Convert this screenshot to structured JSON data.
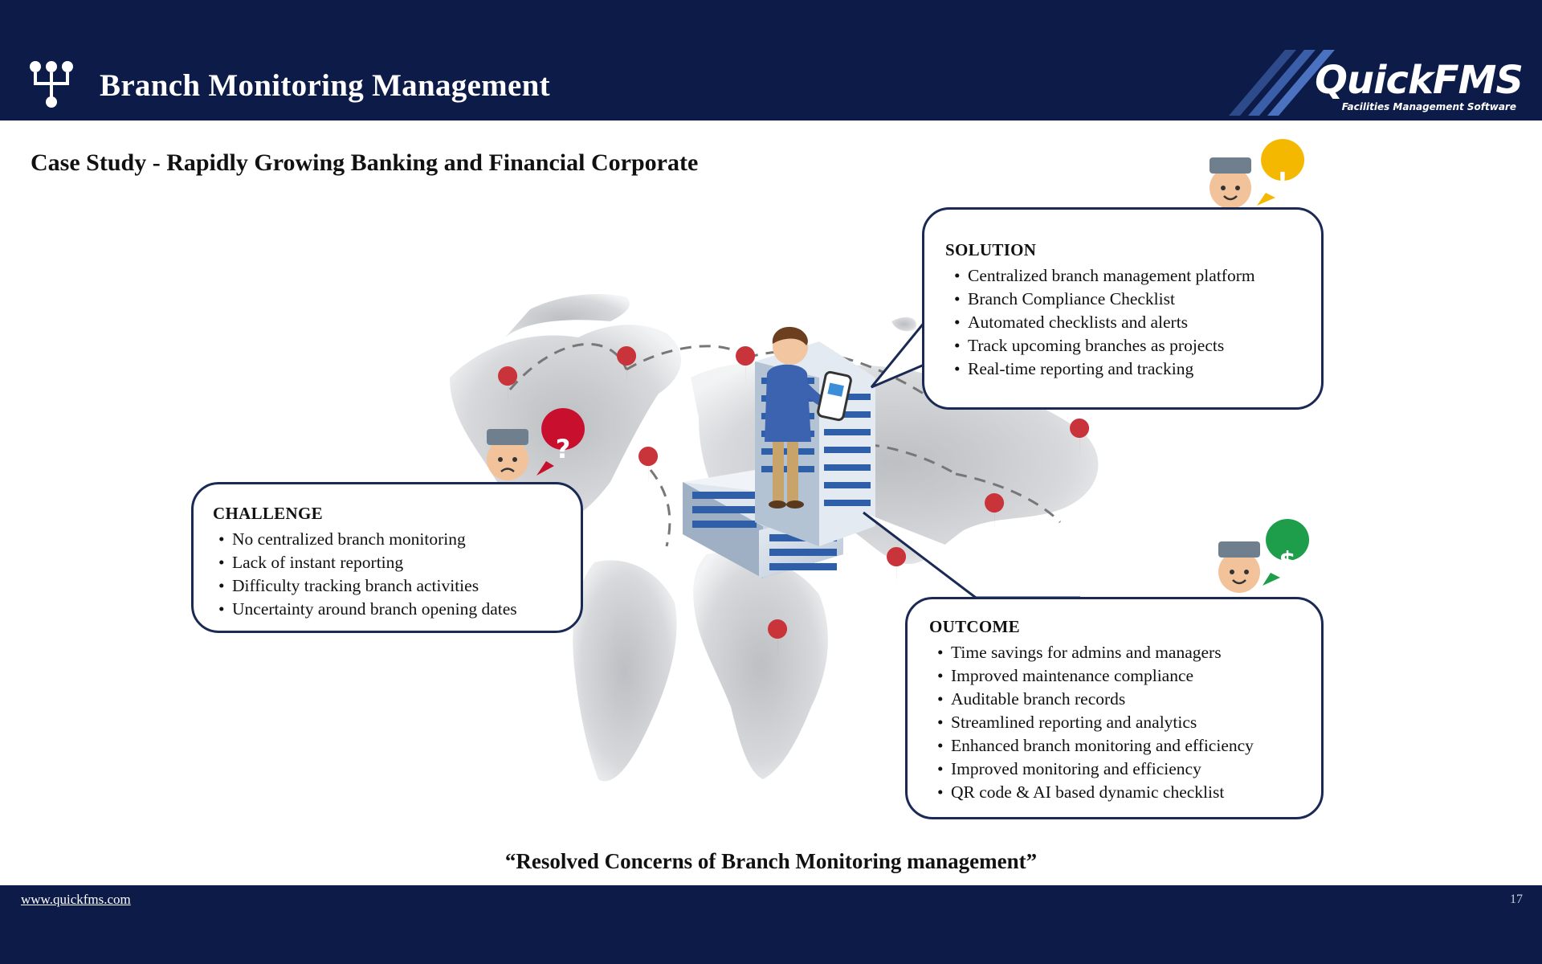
{
  "header": {
    "title": "Branch Monitoring Management",
    "logo_text": "QuickFMS",
    "logo_subtext": "Facilities Management Software",
    "background_color": "#0d1b48"
  },
  "subtitle": "Case Study - Rapidly Growing Banking and Financial Corporate",
  "challenge": {
    "heading": "CHALLENGE",
    "items": [
      "No centralized branch monitoring",
      "Lack of instant reporting",
      "Difficulty tracking branch activities",
      "Uncertainty around branch opening dates"
    ],
    "badge": "?",
    "badge_color": "#c8102e"
  },
  "solution": {
    "heading": "SOLUTION",
    "items": [
      "Centralized branch management platform",
      "Branch Compliance Checklist",
      "Automated checklists and alerts",
      "Track upcoming branches as projects",
      "Real-time reporting and tracking"
    ],
    "badge": "!",
    "badge_color": "#f5b800"
  },
  "outcome": {
    "heading": "OUTCOME",
    "items": [
      "Time savings for admins and managers",
      "Improved maintenance compliance",
      "Auditable branch records",
      "Streamlined reporting and analytics",
      "Enhanced branch monitoring and efficiency",
      "Improved monitoring and efficiency",
      "QR code & AI based dynamic checklist"
    ],
    "badge": "$",
    "badge_color": "#1e9e4a"
  },
  "quote": "“Resolved Concerns of Branch Monitoring management”",
  "footer": {
    "url": "www.quickfms.com",
    "page_number": "17"
  }
}
